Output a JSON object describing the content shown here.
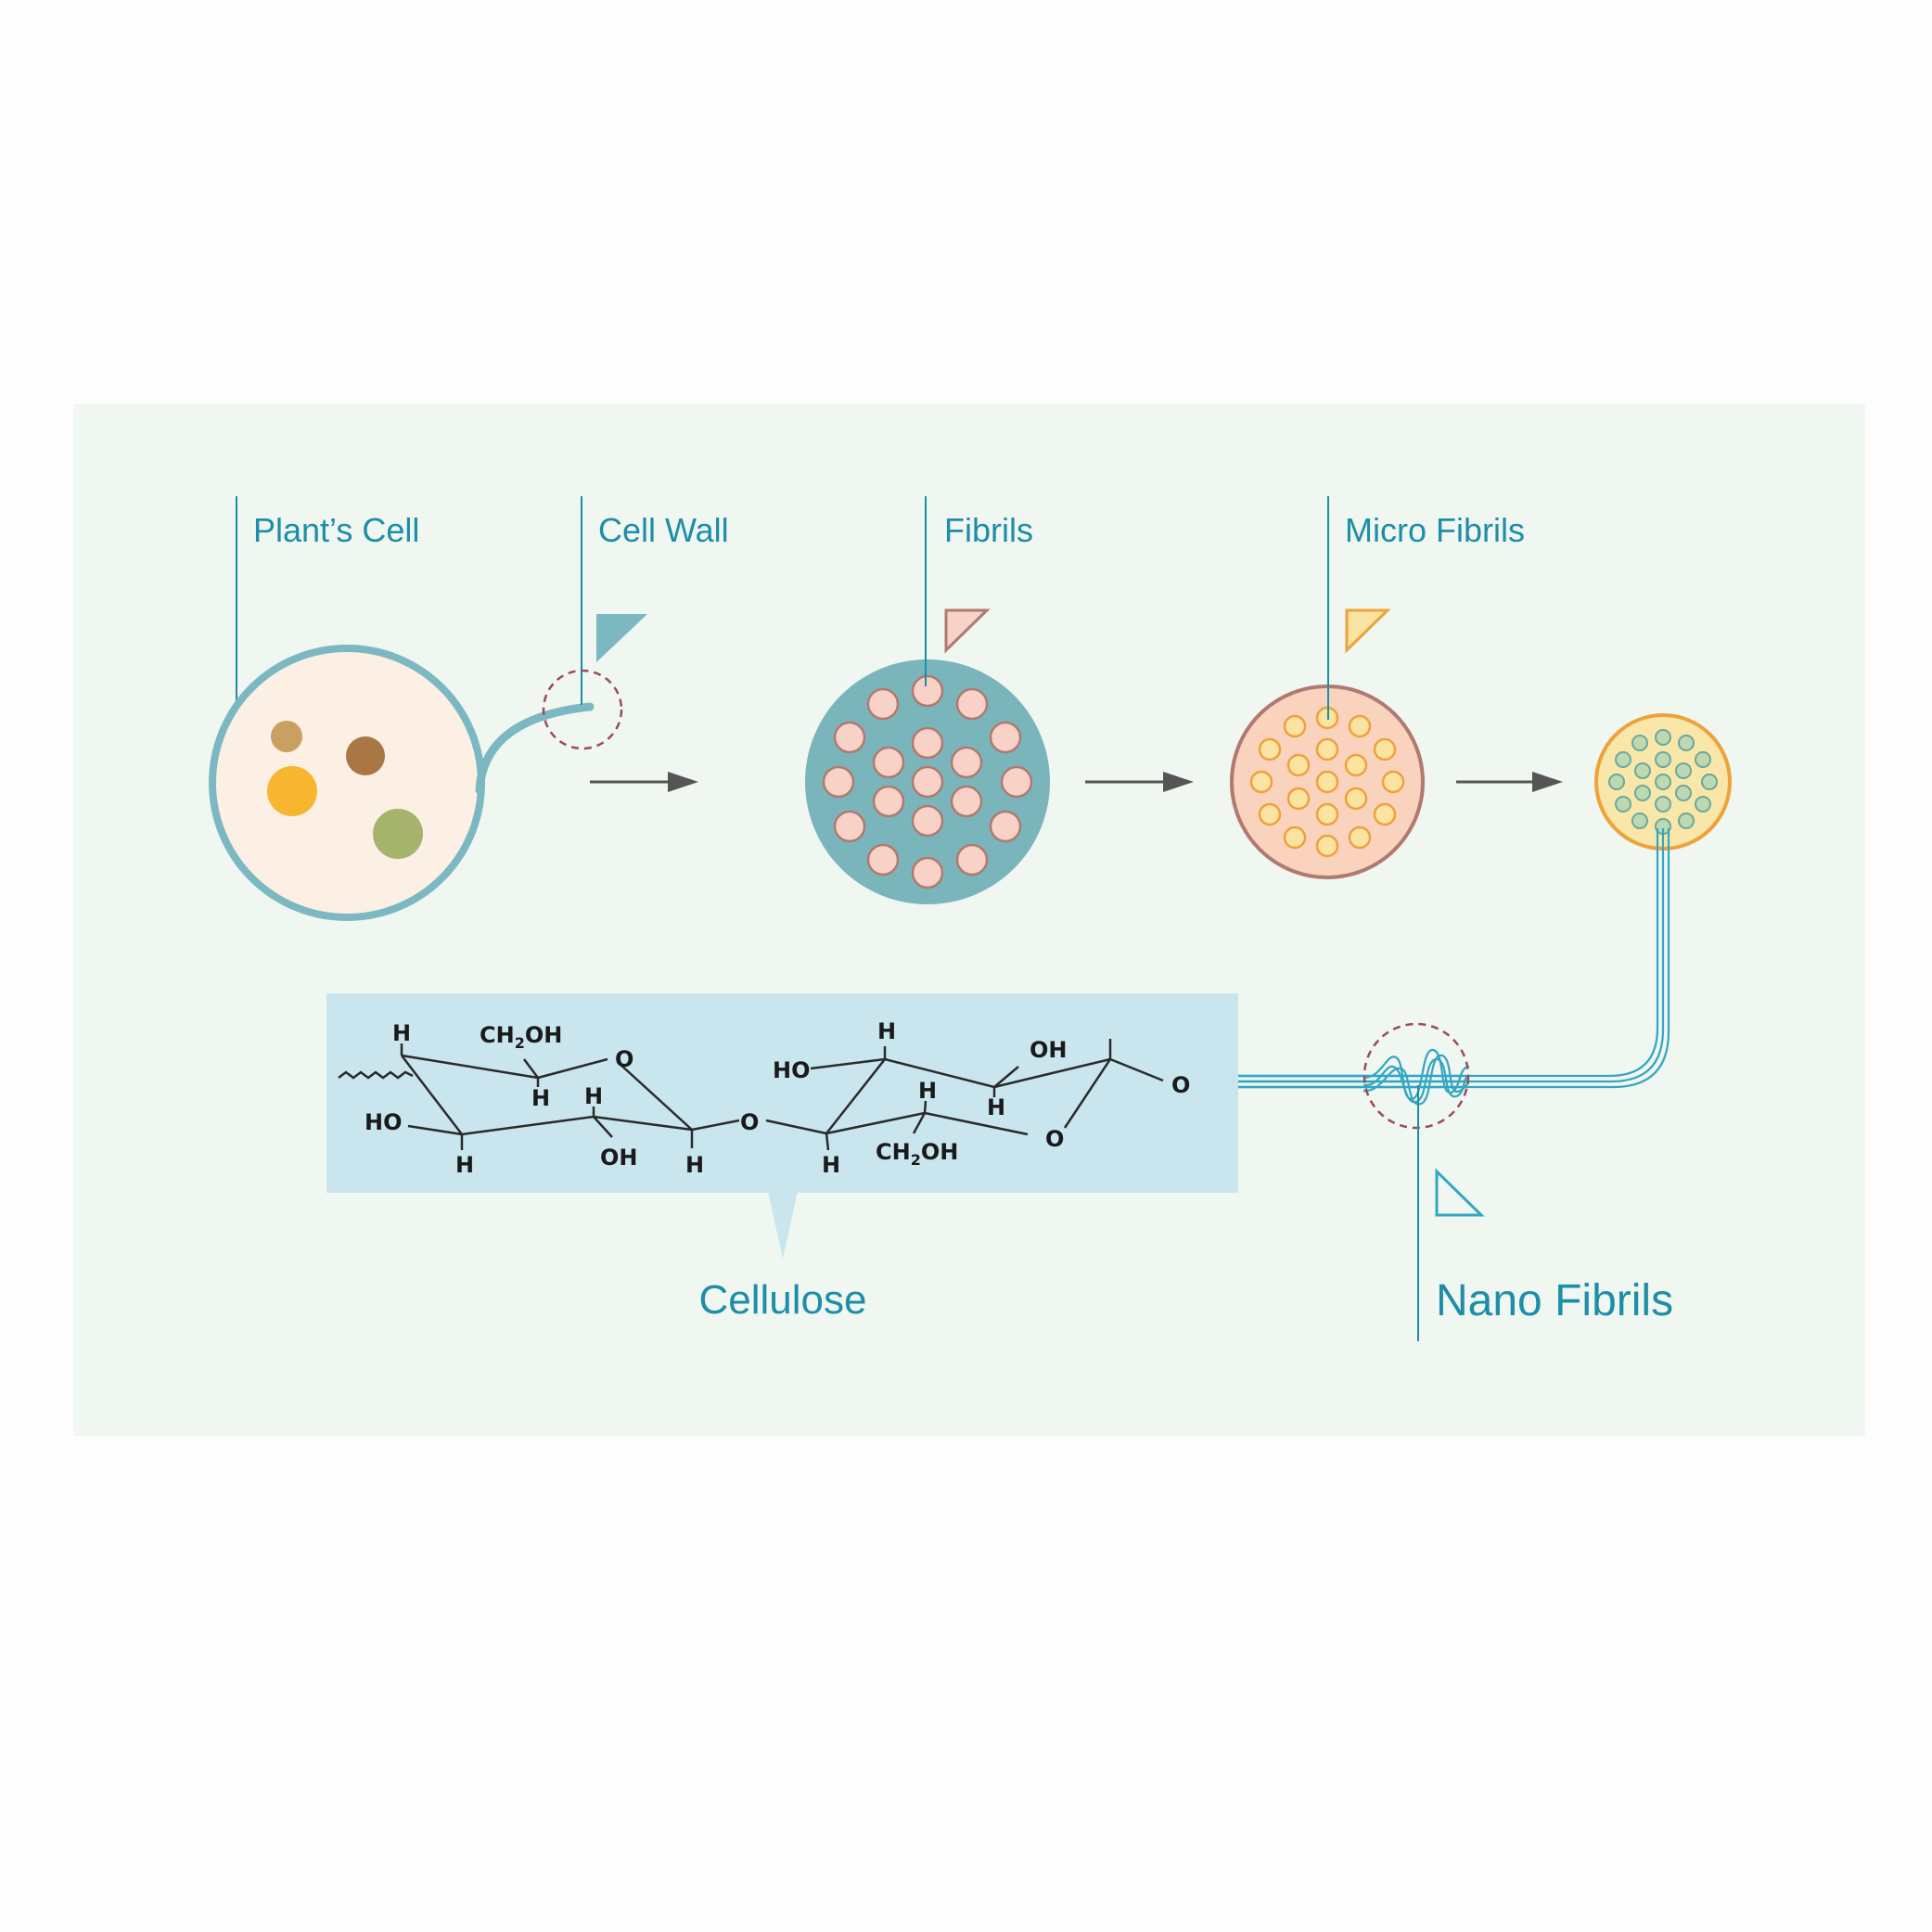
{
  "labels": {
    "plant_cell": "Plant’s Cell",
    "cell_wall": "Cell Wall",
    "fibrils": "Fibrils",
    "micro_fibrils": "Micro Fibrils",
    "cellulose": "Cellulose",
    "nano_fibrils": "Nano Fibrils"
  },
  "chemistry": {
    "H": "H",
    "CH": "CH",
    "two": "2",
    "OH": "OH",
    "HO": "HO",
    "O": "O"
  },
  "colors": {
    "panel_bg": "#f0f6f0",
    "label_text": "#1d8ea8",
    "cell_wall": "#7cb8c2",
    "cell_fill": "#fcefe4",
    "fibril_fill": "#f8d2c6",
    "fibril_stroke": "#b07a70",
    "micro_fill": "#fad3bf",
    "micro_dot_fill": "#fbe4a2",
    "micro_dot_stroke": "#eda23b",
    "nano_fill": "#f8e7a8",
    "nano_stroke": "#eda23b",
    "nano_dot_fill": "#bfd8b4",
    "nano_dot_stroke": "#6aa89a",
    "cellulose_box": "#c9e6ef",
    "fiber_line": "#33a6c2",
    "dashed_circle": "#9a4a5e",
    "arrow": "#555555"
  }
}
